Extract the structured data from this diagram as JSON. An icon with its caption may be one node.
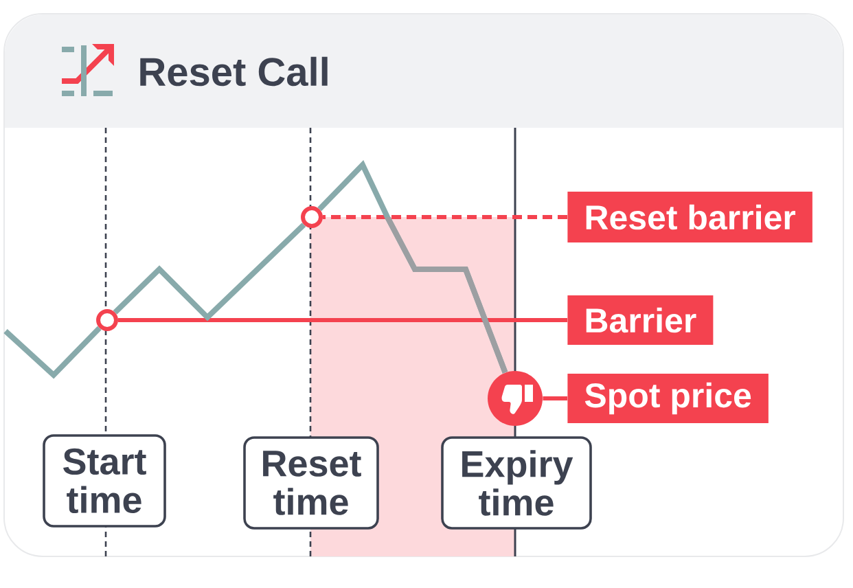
{
  "diagram": {
    "title": "Reset Call",
    "nodes": [
      {
        "text": [],
        "shape": "circle"
      },
      {
        "text": [
          "Reset barrier"
        ]
      },
      {
        "text": [],
        "shape": "circle"
      },
      {
        "text": [
          "Barrier"
        ]
      },
      {
        "text": [],
        "shape": "circle"
      },
      {
        "text": [
          "Spot price"
        ]
      },
      {
        "text": [
          "Start time"
        ]
      },
      {
        "text": [
          "Reset time"
        ]
      },
      {
        "text": [
          "Expiry time"
        ]
      }
    ],
    "edges": [
      {
        "from": 1,
        "to": 0,
        "arrow": "none",
        "style": "dashed"
      },
      {
        "from": 3,
        "to": 2,
        "arrow": "none"
      },
      {
        "from": 5,
        "to": 4,
        "arrow": "none"
      },
      {
        "from": null,
        "to": 2,
        "arrow": "none",
        "color": "#88aaab"
      },
      {
        "from": 2,
        "to": 0,
        "arrow": "none",
        "color": "#88aaab"
      },
      {
        "from": 0,
        "to": 4,
        "arrow": "none",
        "color": "#88aaab"
      }
    ]
  }
}
